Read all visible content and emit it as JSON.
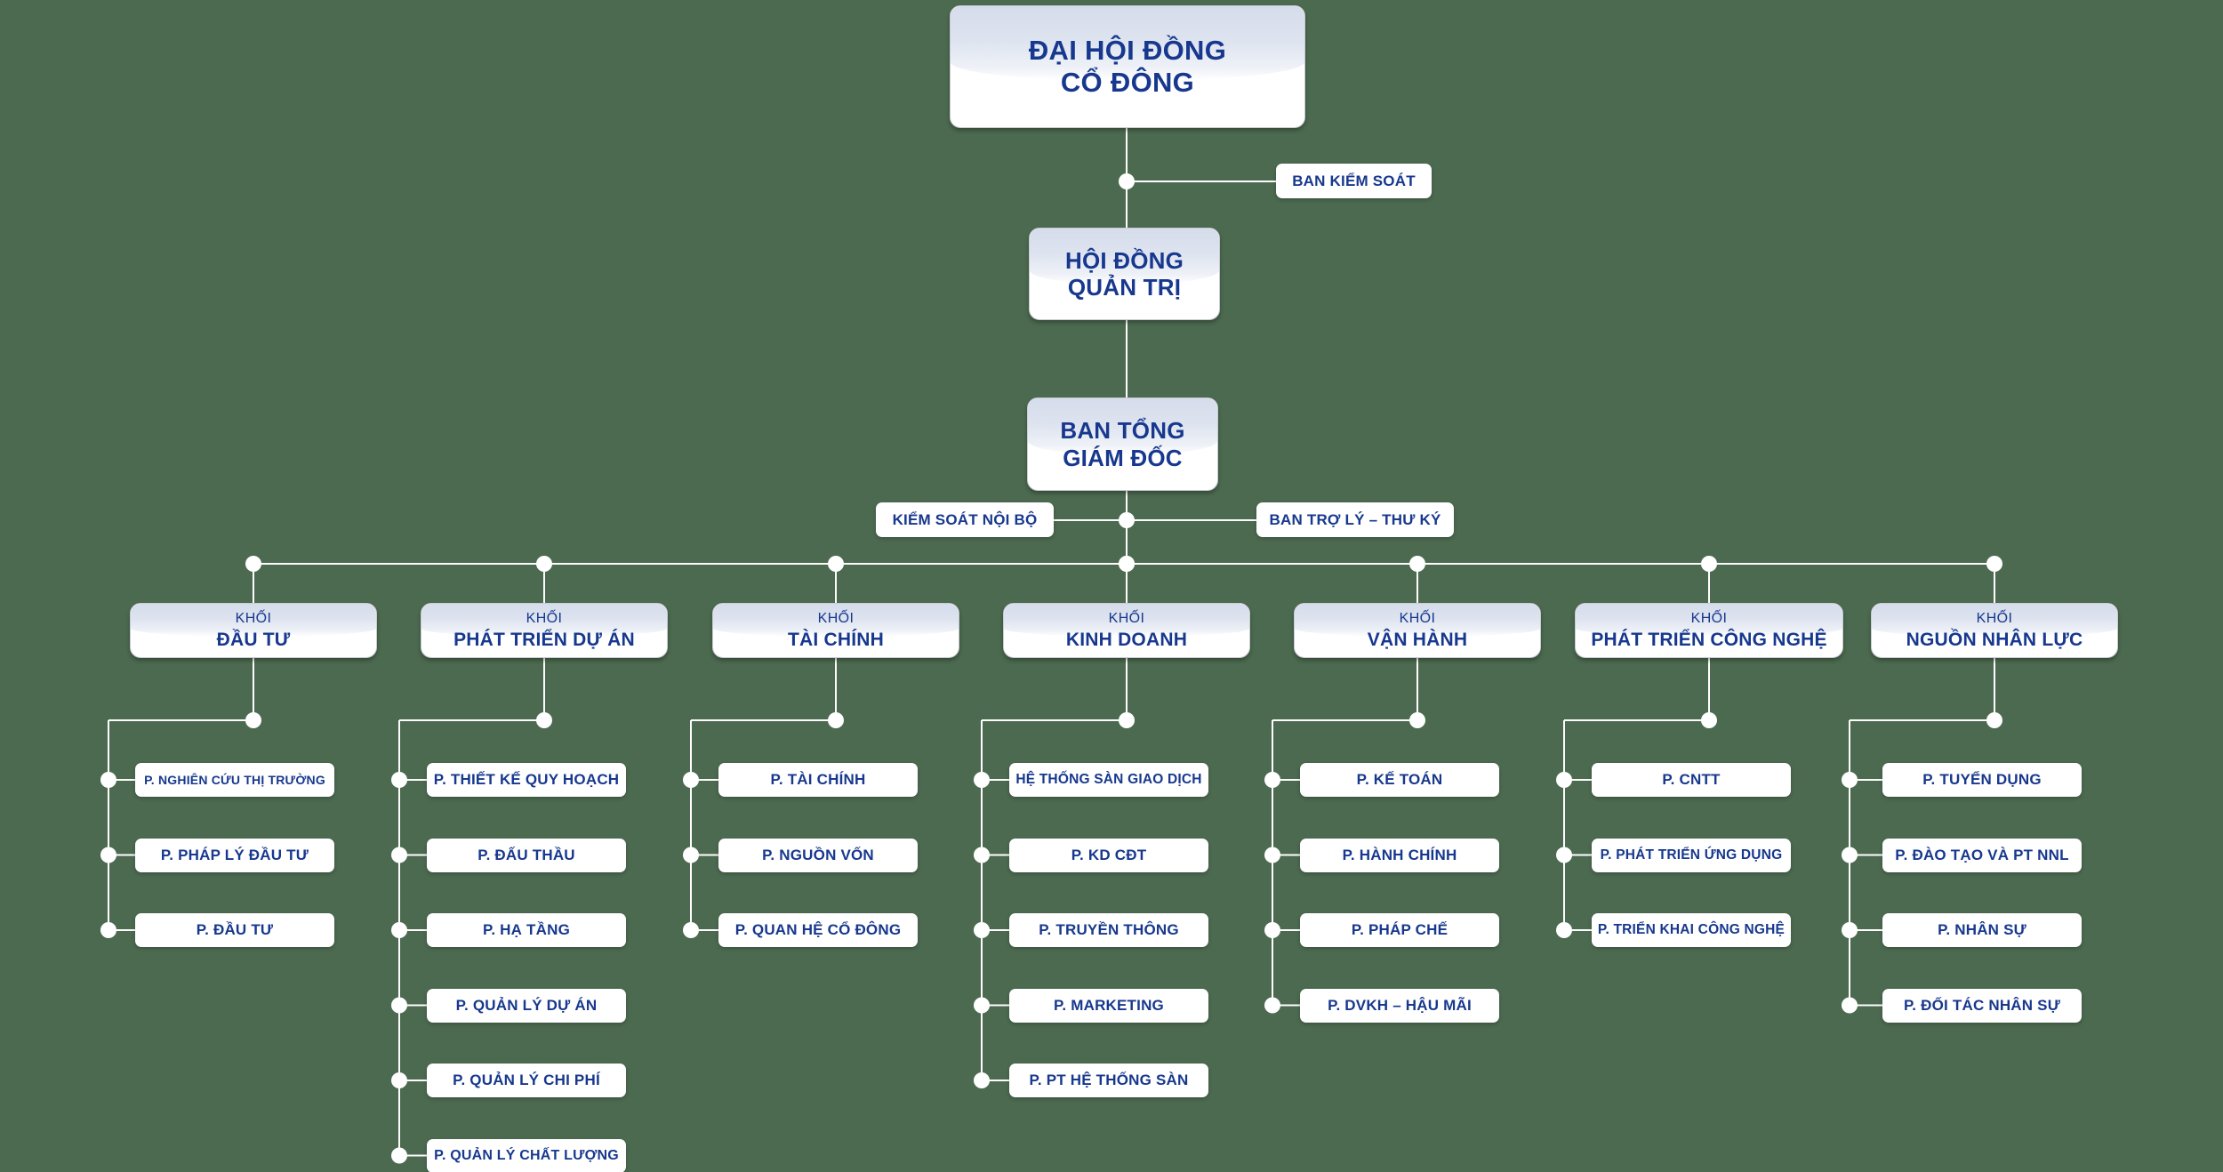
{
  "chart_data": {
    "type": "diagram",
    "title": "So do to chuc",
    "orientation": "top-down org chart",
    "background_color": "#4c6a50",
    "node_text_color": "#17388e",
    "connector_color": "#ffffff"
  },
  "root": {
    "line1": "ĐẠI HỘI ĐỒNG",
    "line2": "CỔ ĐÔNG"
  },
  "board": {
    "line1": "HỘI ĐỒNG",
    "line2": "QUẢN TRỊ"
  },
  "ceo": {
    "line1": "BAN TỔNG",
    "line2": "GIÁM ĐỐC"
  },
  "satellites": {
    "supervisory_board": "BAN KIỂM SOÁT",
    "internal_control": "KIỂM SOÁT NỘI BỘ",
    "assistant_secretary": "BAN TRỢ LÝ – THƯ KÝ"
  },
  "kicker": "KHỐI",
  "divisions": [
    {
      "kicker": "KHỐI",
      "name": "ĐẦU TƯ",
      "departments": [
        "P. NGHIÊN CỨU THỊ TRƯỜNG",
        "P. PHÁP LÝ ĐẦU TƯ",
        "P. ĐẦU TƯ"
      ]
    },
    {
      "kicker": "KHỐI",
      "name": "PHÁT TRIỂN DỰ ÁN",
      "departments": [
        "P. THIẾT KẾ QUY HOẠCH",
        "P. ĐẤU THẦU",
        "P. HẠ TẦNG",
        "P. QUẢN LÝ DỰ ÁN",
        "P. QUẢN LÝ CHI PHÍ",
        "P. QUẢN LÝ CHẤT LƯỢNG"
      ]
    },
    {
      "kicker": "KHỐI",
      "name": "TÀI CHÍNH",
      "departments": [
        "P. TÀI CHÍNH",
        "P. NGUỒN VỐN",
        "P. QUAN HỆ CỔ ĐÔNG"
      ]
    },
    {
      "kicker": "KHỐI",
      "name": "KINH DOANH",
      "departments": [
        "HỆ THỐNG SÀN GIAO DỊCH",
        "P. KD CĐT",
        "P. TRUYỀN THÔNG",
        "P. MARKETING",
        "P. PT HỆ THỐNG SÀN"
      ]
    },
    {
      "kicker": "KHỐI",
      "name": "VẬN HÀNH",
      "departments": [
        "P. KẾ TOÁN",
        "P. HÀNH CHÍNH",
        "P. PHÁP CHẾ",
        "P. DVKH – HẬU MÃI"
      ]
    },
    {
      "kicker": "KHỐI",
      "name": "PHÁT TRIỂN CÔNG NGHỆ",
      "departments": [
        "P. CNTT",
        "P. PHÁT TRIỂN ỨNG DỤNG",
        "P. TRIỂN KHAI CÔNG NGHỆ"
      ]
    },
    {
      "kicker": "KHỐI",
      "name": "NGUỒN NHÂN LỰC",
      "departments": [
        "P. TUYỂN DỤNG",
        "P. ĐÀO TẠO VÀ PT NNL",
        "P. NHÂN SỰ",
        "P. ĐỐI TÁC NHÂN SỰ"
      ]
    }
  ]
}
